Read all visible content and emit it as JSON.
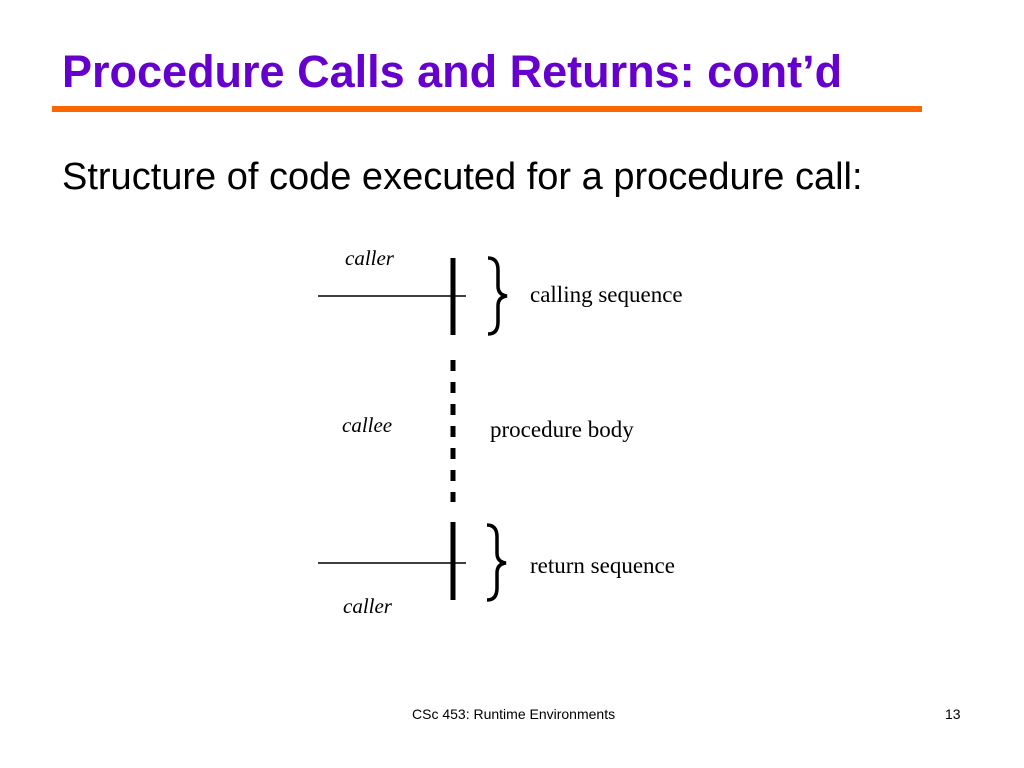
{
  "slide": {
    "title": "Procedure Calls and Returns: cont’d",
    "subtitle": "Structure of code executed for a procedure call:",
    "title_color": "#6600cc",
    "rule_color": "#ff6600"
  },
  "diagram": {
    "labels": {
      "caller_top": "caller",
      "callee": "callee",
      "caller_bottom": "caller",
      "calling_sequence": "calling sequence",
      "procedure_body": "procedure body",
      "return_sequence": "return sequence"
    }
  },
  "footer": {
    "course": "CSc 453: Runtime Environments",
    "page_number": "13"
  }
}
